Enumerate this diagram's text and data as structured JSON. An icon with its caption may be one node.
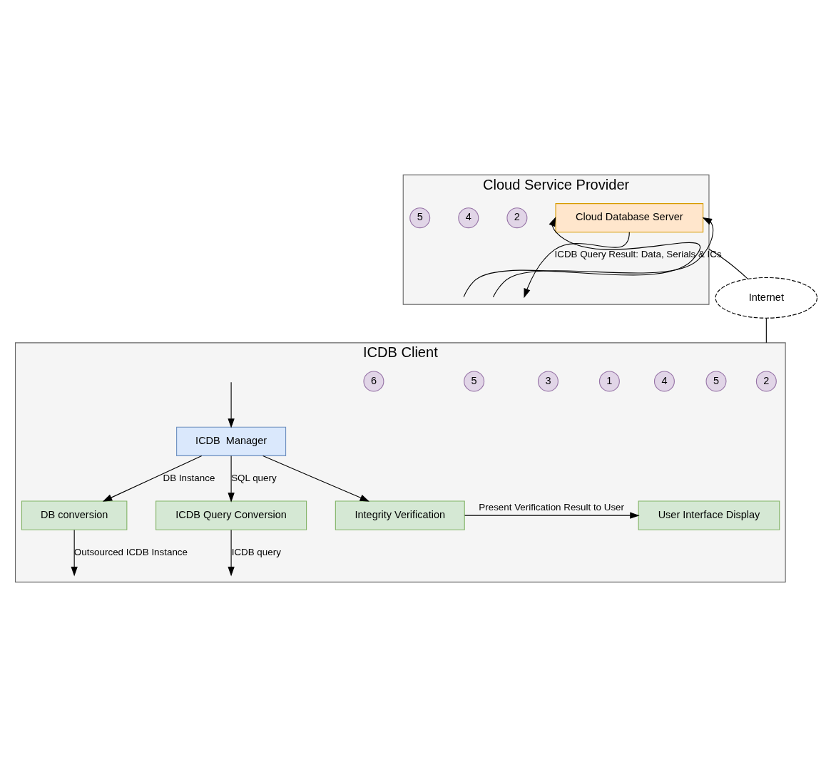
{
  "diagram": {
    "nodes": [
      {
        "text": [
          "Cloud Service Provider"
        ]
      },
      {
        "text": [
          "Cloud Database Server"
        ],
        "in": 0
      },
      {
        "text": [
          "2"
        ],
        "in": 0
      },
      {
        "text": [
          "4"
        ],
        "in": 0
      },
      {
        "text": [
          "5"
        ],
        "in": 0
      },
      {
        "text": [
          "Internet"
        ]
      },
      {
        "text": [
          "ICDB Client"
        ]
      },
      {
        "text": [
          "2"
        ],
        "in": 6
      },
      {
        "text": [
          "5"
        ],
        "in": 6
      },
      {
        "text": [
          "4"
        ],
        "in": 6
      },
      {
        "text": [
          "DB conversion"
        ],
        "in": 6
      },
      {
        "text": [
          "1"
        ],
        "in": 6
      },
      {
        "text": [
          "ICDB  Manager"
        ],
        "in": 6
      },
      {
        "text": [
          "3"
        ],
        "in": 6
      },
      {
        "text": [
          "ICDB Query Conversion"
        ],
        "in": 6
      },
      {
        "text": [
          "5"
        ],
        "in": 6
      },
      {
        "text": [
          "Integrity Verification"
        ],
        "in": 6
      },
      {
        "text": [
          "User Interface Display"
        ],
        "in": 6
      },
      {
        "text": [
          "6"
        ],
        "in": 6
      }
    ],
    "edges": [
      {
        "from": null,
        "to": 1,
        "arrow": "to"
      },
      {
        "from": null,
        "to": 1,
        "arrow": "to"
      },
      {
        "from": 1,
        "to": null,
        "arrow": "to",
        "label": "ICDB Query Result: Data, Serials & ICs"
      },
      {
        "from": 0,
        "to": 5,
        "arrow": "none"
      },
      {
        "from": 5,
        "to": 6,
        "arrow": "none"
      },
      {
        "from": null,
        "to": 12,
        "arrow": "to"
      },
      {
        "from": 10,
        "to": null,
        "arrow": "to",
        "label": "Outsourced ICDB Instance"
      },
      {
        "from": 14,
        "to": null,
        "arrow": "to",
        "label": "ICDB query"
      },
      {
        "from": 12,
        "to": 10,
        "arrow": "to",
        "label": "DB Instance"
      },
      {
        "from": 12,
        "to": 14,
        "arrow": "to",
        "label": "SQL query"
      },
      {
        "from": 12,
        "to": 16,
        "arrow": "to"
      },
      {
        "from": 16,
        "to": 17,
        "arrow": "to",
        "label": "Present Verification Result to User"
      }
    ]
  }
}
